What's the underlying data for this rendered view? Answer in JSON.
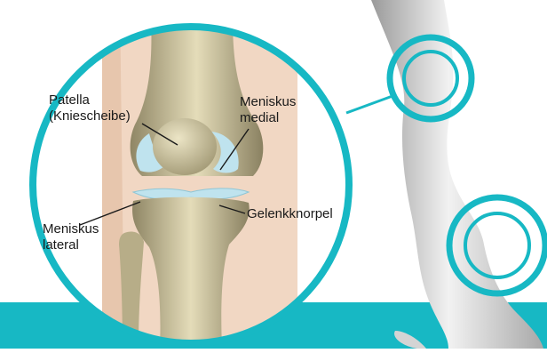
{
  "labels": {
    "patella": {
      "line1": "Patella",
      "line2": "(Kniescheibe)"
    },
    "meniskus_medial": {
      "line1": "Meniskus",
      "line2": "medial"
    },
    "meniskus_lateral": {
      "line1": "Meniskus",
      "line2": "lateral"
    },
    "gelenkknorpel": {
      "line1": "Gelenkknorpel"
    }
  },
  "colors": {
    "accent_teal": "#17b8c4",
    "bone": "#c9c09b",
    "cartilage": "#bfe3ee",
    "skin": "#f1d7c3",
    "leg": "#d9d9d9"
  }
}
